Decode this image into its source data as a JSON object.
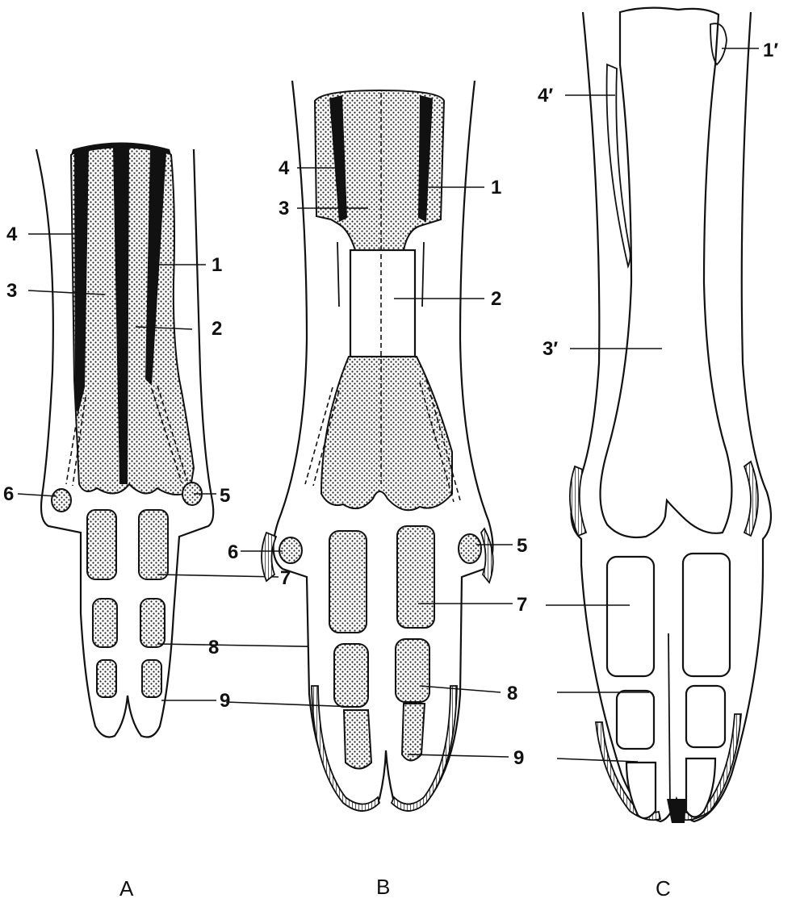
{
  "panels": [
    {
      "letter": "A",
      "labels": [
        "4",
        "3",
        "1",
        "2",
        "6",
        "5",
        "7",
        "8",
        "9"
      ]
    },
    {
      "letter": "B",
      "labels": [
        "4",
        "3",
        "1",
        "2",
        "6",
        "5",
        "7",
        "8",
        "9"
      ]
    },
    {
      "letter": "C",
      "labels": [
        "1′",
        "4′",
        "3′",
        "7",
        "8",
        "9"
      ]
    }
  ]
}
